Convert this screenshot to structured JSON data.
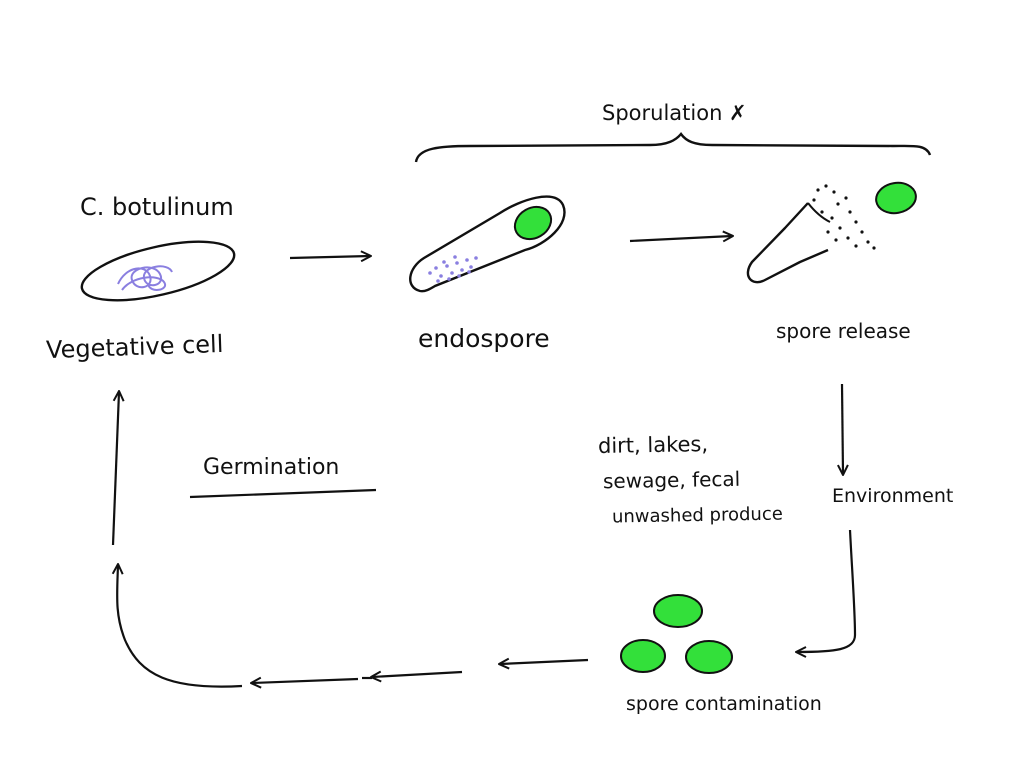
{
  "labels": {
    "organism": "C. botulinum",
    "vegetative": "Vegetative cell",
    "endospore": "endospore",
    "spore_release": "spore release",
    "sporulation": "Sporulation ✗",
    "environment": "Environment",
    "environment_sources": [
      "dirt, lakes,",
      "sewage, fecal",
      "unwashed produce"
    ],
    "spore_contamination": "spore contamination",
    "germination": "Germination"
  },
  "colors": {
    "ink": "#111111",
    "dna": "#8a7fe0",
    "spore_fill": "#33e03a"
  }
}
